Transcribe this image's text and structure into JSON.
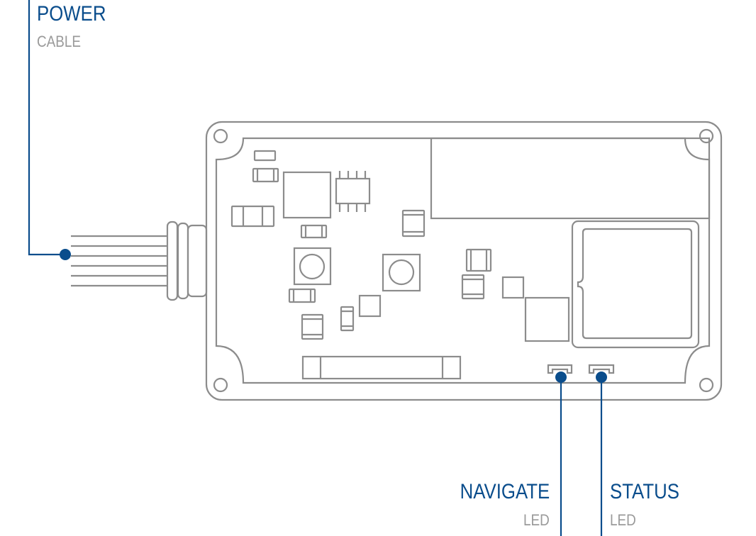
{
  "labels": {
    "power": {
      "title": "POWER",
      "subtitle": "CABLE"
    },
    "navigate": {
      "title": "NAVIGATE",
      "subtitle": "LED"
    },
    "status": {
      "title": "STATUS",
      "subtitle": "LED"
    }
  },
  "colors": {
    "outline": "#8c8c8c",
    "callout": "#0a4d8c",
    "subtitle": "#9a9a9a"
  }
}
